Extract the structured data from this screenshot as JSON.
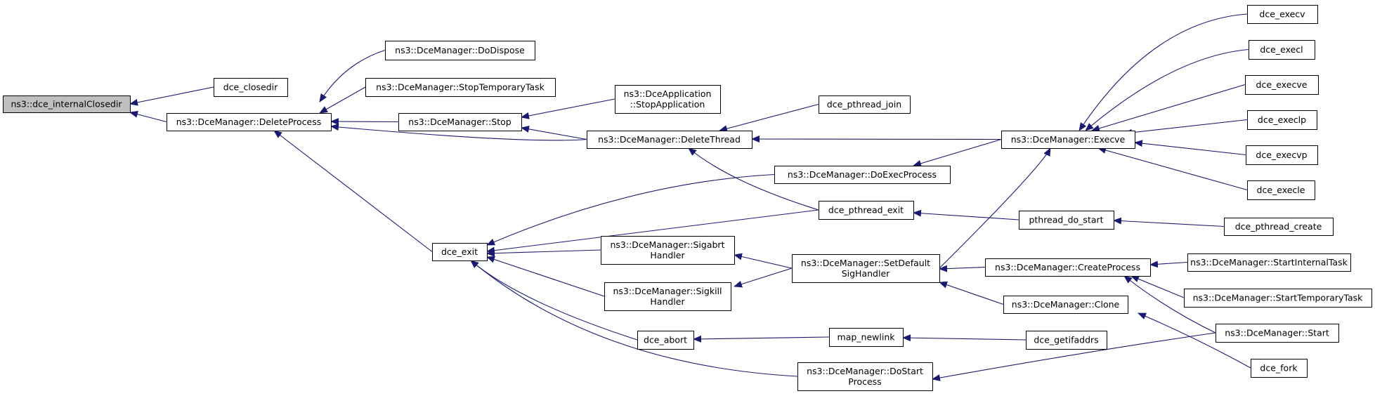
{
  "colors": {
    "edge": "#191970",
    "root_fill": "#bfbfbf",
    "node_fill": "#ffffff",
    "border": "#000000"
  },
  "nodes": [
    {
      "id": "internalClosedir",
      "lines": [
        "ns3::dce_internalClosedir"
      ],
      "root": true
    },
    {
      "id": "closedir",
      "lines": [
        "dce_closedir"
      ]
    },
    {
      "id": "deleteProcess",
      "lines": [
        "ns3::DceManager::DeleteProcess"
      ]
    },
    {
      "id": "doDispose",
      "lines": [
        "ns3::DceManager::DoDispose"
      ]
    },
    {
      "id": "stopTemporaryTask",
      "lines": [
        "ns3::DceManager::StopTemporaryTask"
      ]
    },
    {
      "id": "stop",
      "lines": [
        "ns3::DceManager::Stop"
      ]
    },
    {
      "id": "stopApplication",
      "lines": [
        "ns3::DceApplication",
        "::StopApplication"
      ]
    },
    {
      "id": "deleteThread",
      "lines": [
        "ns3::DceManager::DeleteThread"
      ]
    },
    {
      "id": "pthreadJoin",
      "lines": [
        "dce_pthread_join"
      ]
    },
    {
      "id": "execve",
      "lines": [
        "ns3::DceManager::Execve"
      ]
    },
    {
      "id": "dceExecv",
      "lines": [
        "dce_execv"
      ]
    },
    {
      "id": "dceExecl",
      "lines": [
        "dce_execl"
      ]
    },
    {
      "id": "dceExecve",
      "lines": [
        "dce_execve"
      ]
    },
    {
      "id": "dceExeclp",
      "lines": [
        "dce_execlp"
      ]
    },
    {
      "id": "dceExecvp",
      "lines": [
        "dce_execvp"
      ]
    },
    {
      "id": "dceExecle",
      "lines": [
        "dce_execle"
      ]
    },
    {
      "id": "doExecProcess",
      "lines": [
        "ns3::DceManager::DoExecProcess"
      ]
    },
    {
      "id": "pthreadExit",
      "lines": [
        "dce_pthread_exit"
      ]
    },
    {
      "id": "pthreadDoStart",
      "lines": [
        "pthread_do_start"
      ]
    },
    {
      "id": "pthreadCreate",
      "lines": [
        "dce_pthread_create"
      ]
    },
    {
      "id": "dceExit",
      "lines": [
        "dce_exit"
      ]
    },
    {
      "id": "sigabrt",
      "lines": [
        "ns3::DceManager::Sigabrt",
        "Handler"
      ]
    },
    {
      "id": "setDefaultSig",
      "lines": [
        "ns3::DceManager::SetDefault",
        "SigHandler"
      ]
    },
    {
      "id": "createProcess",
      "lines": [
        "ns3::DceManager::CreateProcess"
      ]
    },
    {
      "id": "startInternalTask",
      "lines": [
        "ns3::DceManager::StartInternalTask"
      ]
    },
    {
      "id": "sigkill",
      "lines": [
        "ns3::DceManager::Sigkill",
        "Handler"
      ]
    },
    {
      "id": "startTemporaryTask",
      "lines": [
        "ns3::DceManager::StartTemporaryTask"
      ]
    },
    {
      "id": "clone",
      "lines": [
        "ns3::DceManager::Clone"
      ]
    },
    {
      "id": "start",
      "lines": [
        "ns3::DceManager::Start"
      ]
    },
    {
      "id": "dceAbort",
      "lines": [
        "dce_abort"
      ]
    },
    {
      "id": "mapNewlink",
      "lines": [
        "map_newlink"
      ]
    },
    {
      "id": "getifaddrs",
      "lines": [
        "dce_getifaddrs"
      ]
    },
    {
      "id": "doStartProcess",
      "lines": [
        "ns3::DceManager::DoStart",
        "Process"
      ]
    },
    {
      "id": "dceFork",
      "lines": [
        "dce_fork"
      ]
    }
  ],
  "edges": [
    {
      "from": "closedir",
      "to": "internalClosedir"
    },
    {
      "from": "deleteProcess",
      "to": "internalClosedir"
    },
    {
      "from": "doDispose",
      "to": "deleteProcess"
    },
    {
      "from": "stopTemporaryTask",
      "to": "deleteProcess"
    },
    {
      "from": "stop",
      "to": "deleteProcess"
    },
    {
      "from": "deleteThread",
      "to": "deleteProcess"
    },
    {
      "from": "dceExit",
      "to": "deleteProcess"
    },
    {
      "from": "stopApplication",
      "to": "stop"
    },
    {
      "from": "deleteThread",
      "to": "stop"
    },
    {
      "from": "pthreadJoin",
      "to": "deleteThread"
    },
    {
      "from": "execve",
      "to": "deleteThread"
    },
    {
      "from": "pthreadExit",
      "to": "deleteThread"
    },
    {
      "from": "dceExecv",
      "to": "execve"
    },
    {
      "from": "dceExecl",
      "to": "execve"
    },
    {
      "from": "dceExecve",
      "to": "execve"
    },
    {
      "from": "dceExeclp",
      "to": "execve"
    },
    {
      "from": "dceExecvp",
      "to": "execve"
    },
    {
      "from": "dceExecle",
      "to": "execve"
    },
    {
      "from": "execve",
      "to": "doExecProcess"
    },
    {
      "from": "setDefaultSig",
      "to": "execve"
    },
    {
      "from": "doExecProcess",
      "to": "dceExit"
    },
    {
      "from": "pthreadExit",
      "to": "dceExit"
    },
    {
      "from": "sigabrt",
      "to": "dceExit"
    },
    {
      "from": "sigkill",
      "to": "dceExit"
    },
    {
      "from": "dceAbort",
      "to": "dceExit"
    },
    {
      "from": "doStartProcess",
      "to": "dceExit"
    },
    {
      "from": "pthreadDoStart",
      "to": "pthreadExit"
    },
    {
      "from": "pthreadCreate",
      "to": "pthreadDoStart"
    },
    {
      "from": "setDefaultSig",
      "to": "sigabrt"
    },
    {
      "from": "setDefaultSig",
      "to": "sigkill"
    },
    {
      "from": "createProcess",
      "to": "setDefaultSig"
    },
    {
      "from": "clone",
      "to": "setDefaultSig"
    },
    {
      "from": "startInternalTask",
      "to": "createProcess"
    },
    {
      "from": "startTemporaryTask",
      "to": "createProcess"
    },
    {
      "from": "start",
      "to": "createProcess"
    },
    {
      "from": "dceFork",
      "to": "clone"
    },
    {
      "from": "mapNewlink",
      "to": "dceAbort"
    },
    {
      "from": "getifaddrs",
      "to": "mapNewlink"
    },
    {
      "from": "start",
      "to": "doStartProcess"
    }
  ]
}
